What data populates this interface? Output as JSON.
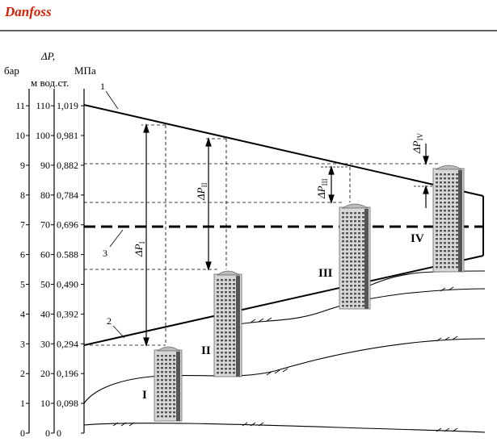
{
  "logo": "Danfoss",
  "axes": {
    "dp_symbol": "ΔP,",
    "bar": {
      "title": "бар",
      "ticks": [
        "0",
        "1",
        "2",
        "3",
        "4",
        "5",
        "6",
        "7",
        "8",
        "9",
        "10",
        "11"
      ]
    },
    "water": {
      "title": "м вод.ст.",
      "ticks": [
        "0",
        "10",
        "20",
        "30",
        "40",
        "50",
        "60",
        "70",
        "80",
        "90",
        "100",
        "110"
      ]
    },
    "mpa": {
      "title": "МПа",
      "ticks": [
        "0",
        "0,098",
        "0,196",
        "0,294",
        "0,392",
        "0,490",
        "0.588",
        "0,696",
        "0,784",
        "0,882",
        "0,981",
        "1,019"
      ]
    }
  },
  "labels": {
    "line1": "1",
    "line2": "2",
    "line3": "3",
    "dp_I": {
      "main": "ΔP",
      "sub": "I"
    },
    "dp_II": {
      "main": "ΔP",
      "sub": "II"
    },
    "dp_III": {
      "main": "ΔP",
      "sub": "III"
    },
    "dp_IV": {
      "main": "ΔP",
      "sub": "IV"
    }
  },
  "buildings": [
    {
      "label": "I"
    },
    {
      "label": "II"
    },
    {
      "label": "III"
    },
    {
      "label": "IV"
    }
  ],
  "colors": {
    "brand_red": "#d81e05",
    "building_light": "#d8d8d8",
    "building_dark": "#555555"
  }
}
